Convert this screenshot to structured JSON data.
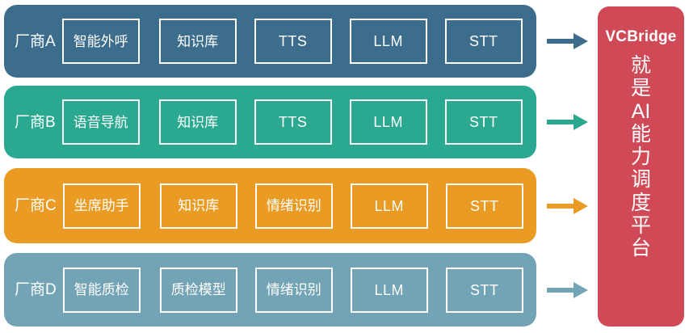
{
  "diagram": {
    "type": "architecture-comparison",
    "background": "#ffffff",
    "rows": [
      {
        "id": "vendor-a",
        "label": "厂商A",
        "color": "#3d6d8c",
        "arrow_color": "#3d6d8c",
        "capabilities": [
          {
            "label": "智能外呼",
            "script": "han"
          },
          {
            "label": "知识库",
            "script": "han"
          },
          {
            "label": "TTS",
            "script": "latin"
          },
          {
            "label": "LLM",
            "script": "latin"
          },
          {
            "label": "STT",
            "script": "latin"
          }
        ]
      },
      {
        "id": "vendor-b",
        "label": "厂商B",
        "color": "#2aa890",
        "arrow_color": "#2aa890",
        "capabilities": [
          {
            "label": "语音导航",
            "script": "han"
          },
          {
            "label": "知识库",
            "script": "han"
          },
          {
            "label": "TTS",
            "script": "latin"
          },
          {
            "label": "LLM",
            "script": "latin"
          },
          {
            "label": "STT",
            "script": "latin"
          }
        ]
      },
      {
        "id": "vendor-c",
        "label": "厂商C",
        "color": "#e99b23",
        "arrow_color": "#e99b23",
        "capabilities": [
          {
            "label": "坐席助手",
            "script": "han"
          },
          {
            "label": "知识库",
            "script": "han"
          },
          {
            "label": "情绪识别",
            "script": "han"
          },
          {
            "label": "LLM",
            "script": "latin"
          },
          {
            "label": "STT",
            "script": "latin"
          }
        ]
      },
      {
        "id": "vendor-d",
        "label": "厂商D",
        "color": "#73a4b5",
        "arrow_color": "#73a4b5",
        "capabilities": [
          {
            "label": "智能质检",
            "script": "han"
          },
          {
            "label": "质检模型",
            "script": "han"
          },
          {
            "label": "情绪识别",
            "script": "han"
          },
          {
            "label": "LLM",
            "script": "latin"
          },
          {
            "label": "STT",
            "script": "latin"
          }
        ]
      }
    ],
    "platform": {
      "title": "VCBridge",
      "tagline": "就是AI能力调度平台",
      "tagline_chars": [
        "就",
        "是",
        "AI",
        "能",
        "力",
        "调",
        "度",
        "平",
        "台"
      ],
      "color": "#cf4a56"
    }
  }
}
